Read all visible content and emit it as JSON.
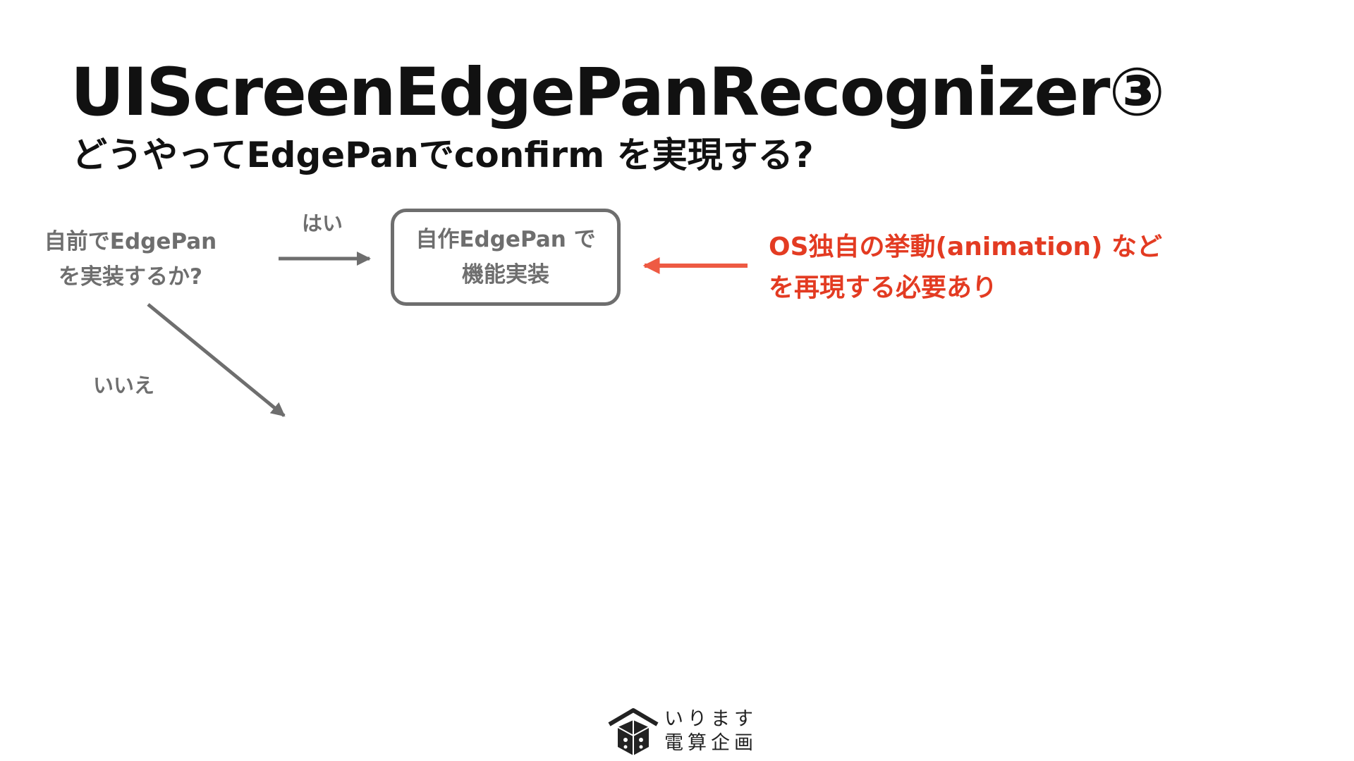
{
  "slide": {
    "title": "UIScreenEdgePanRecognizer③",
    "subtitle": "どうやってEdgePanでconfirm を実現する?"
  },
  "flow": {
    "question": {
      "line1": "自前でEdgePan",
      "line2": "を実装するか?"
    },
    "yes_label": "はい",
    "no_label": "いいえ",
    "result_box": {
      "line1": "自作EdgePan で",
      "line2": "機能実装"
    }
  },
  "note": {
    "line1": "OS独自の挙動(animation) など",
    "line2": "を再現する必要あり",
    "color": "#e33b22"
  },
  "logo": {
    "line1": "いります",
    "line2": "電算企画"
  },
  "colors": {
    "node": "#6e6e6e",
    "note_arrow": "#ee5a43",
    "text": "#111111"
  }
}
